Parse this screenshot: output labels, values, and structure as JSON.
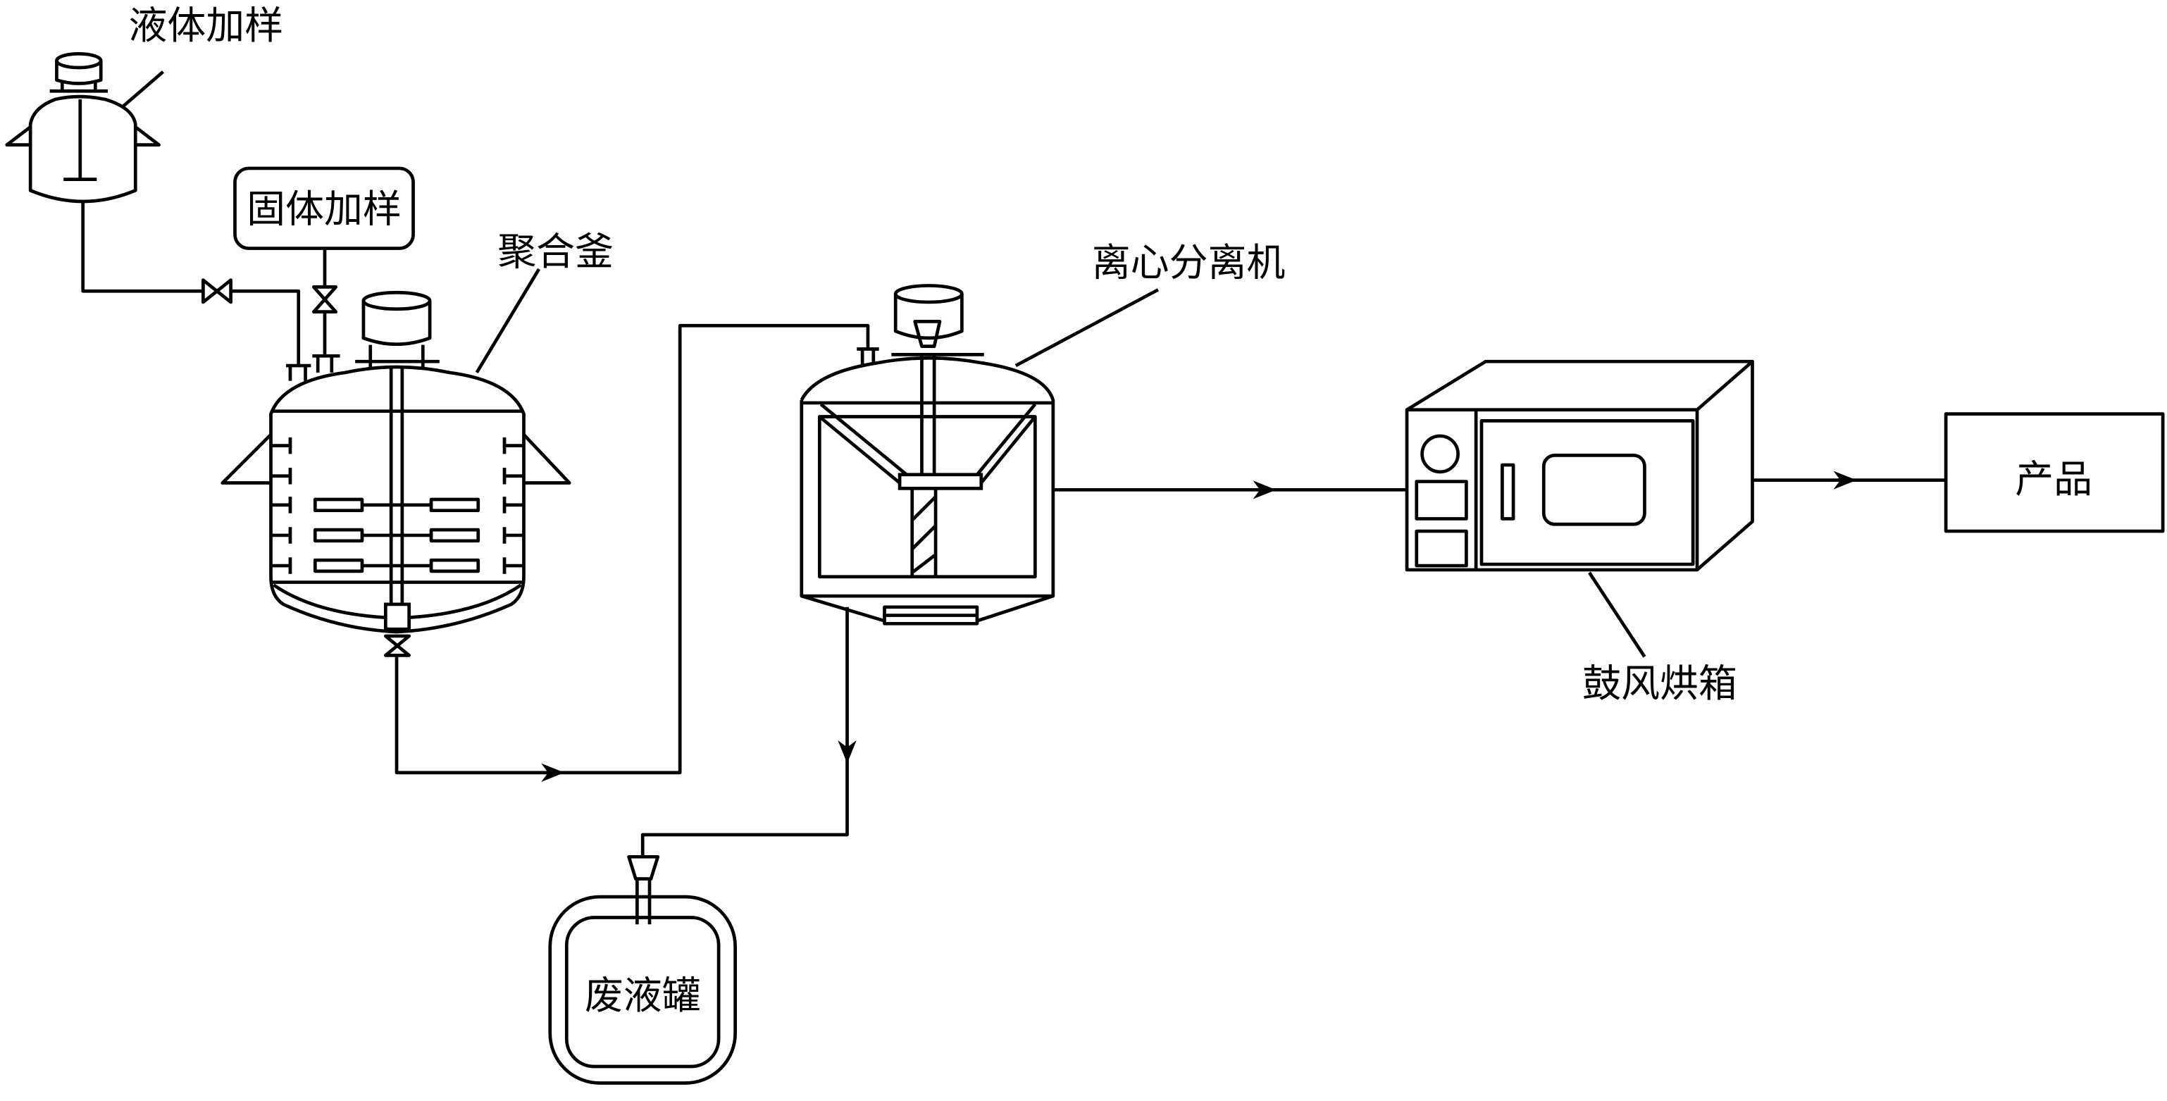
{
  "labels": {
    "liquid_feed": "液体加样",
    "solid_feed": "固体加样",
    "reactor": "聚合釜",
    "centrifuge": "离心分离机",
    "oven": "鼓风烘箱",
    "product": "产品",
    "waste_tank": "废液罐"
  },
  "colors": {
    "line": "#000000",
    "background": "#ffffff"
  }
}
